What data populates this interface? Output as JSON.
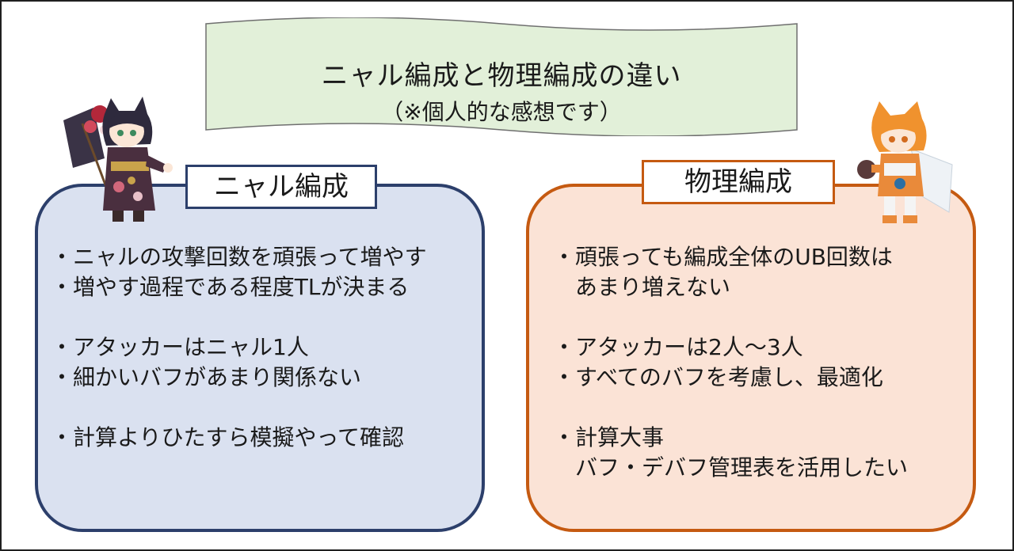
{
  "title": "ニャル編成と物理編成の違い",
  "subtitle": "（※個人的な感想です）",
  "left": {
    "label": "ニャル編成",
    "items": [
      "・ニャルの攻撃回数を頑張って増やす",
      "・増やす過程である程度TLが決まる",
      "・アタッカーはニャル1人",
      "・細かいバフがあまり関係ない",
      "・計算よりひたすら模擬やって確認"
    ]
  },
  "right": {
    "label": "物理編成",
    "items": [
      "・頑張っても編成全体のUB回数は\n　あまり増えない",
      "・アタッカーは2人～3人",
      "・すべてのバフを考慮し、最適化",
      "・計算大事\n　バフ・デバフ管理表を活用したい"
    ]
  },
  "colors": {
    "banner_fill": "#e2f0d9",
    "left_fill": "#dae1f0",
    "left_border": "#2c3f6b",
    "right_fill": "#fbe3d6",
    "right_border": "#c55a11"
  },
  "images": [
    "kimono-catgirl-illustration",
    "orange-catgirl-illustration"
  ]
}
